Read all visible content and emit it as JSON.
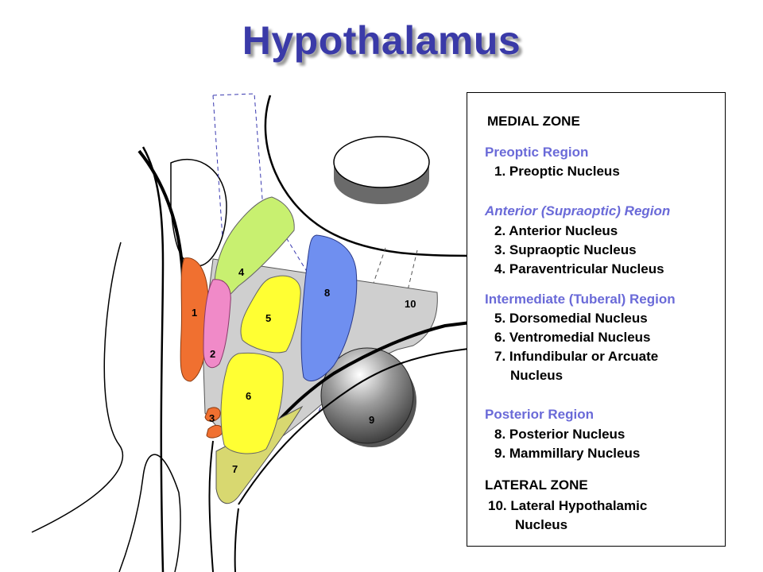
{
  "title": "Hypothalamus",
  "region_labels": {
    "r1": "1",
    "r2": "2",
    "r3": "3",
    "r4": "4",
    "r5": "5",
    "r6": "6",
    "r7": "7",
    "r8": "8",
    "r9": "9",
    "r10": "10"
  },
  "legend": {
    "medial_zone": "MEDIAL ZONE",
    "preoptic_region": "Preoptic Region",
    "item1": "1. Preoptic Nucleus",
    "anterior_region": "Anterior (Supraoptic) Region",
    "item2": "2. Anterior Nucleus",
    "item3": "3. Supraoptic Nucleus",
    "item4": "4. Paraventricular Nucleus",
    "intermediate_region": "Intermediate (Tuberal) Region",
    "item5": "5. Dorsomedial Nucleus",
    "item6": "6. Ventromedial Nucleus",
    "item7_line1": "7. Infundibular or Arcuate",
    "item7_line2": "Nucleus",
    "posterior_region": "Posterior Region",
    "item8": "8. Posterior Nucleus",
    "item9": "9. Mammillary Nucleus",
    "lateral_zone": "LATERAL ZONE",
    "item10_line1": "10. Lateral Hypothalamic",
    "item10_line2": "Nucleus"
  },
  "colors": {
    "title": "#3a3aa8",
    "region_heading": "#6a6ad8",
    "preoptic_orange": "#f07030",
    "anterior_pink": "#f08ac8",
    "paraventricular_green": "#c8f070",
    "dorsomedial_yellow": "#ffff33",
    "posterior_blue": "#6f8ff0",
    "lateral_gray": "#cfcfcf",
    "mammillary_gray": "#777777"
  }
}
